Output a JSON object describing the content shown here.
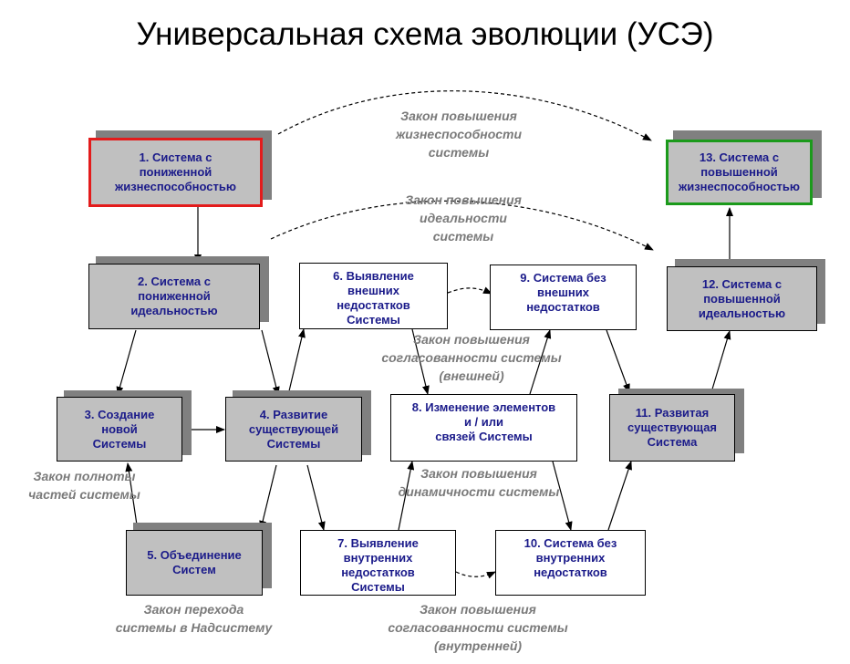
{
  "title": "Универсальная схема эволюции (УСЭ)",
  "boxes": {
    "b1": "1. Система с\nпониженной\nжизнеспособностью",
    "b2": "2. Система с\nпониженной\nидеальностью",
    "b3": "3. Создание\nновой\nСистемы",
    "b4": "4. Развитие\nсуществующей\nСистемы",
    "b5": "5. Объединение\nСистем",
    "b6": "6. Выявление\nвнешних\nнедостатков\nСистемы",
    "b7": "7. Выявление\nвнутренних\nнедостатков\nСистемы",
    "b8": "8. Изменение элементов\nи / или\nсвязей Системы",
    "b9": "9. Система без\nвнешних\nнедостатков",
    "b10": "10. Система без\nвнутренних\nнедостатков",
    "b11": "11. Развитая\nсуществующая\nСистема",
    "b12": "12. Система с\nповышенной\nидеальностью",
    "b13": "13. Система с\nповышенной\nжизнеспособностью"
  },
  "laws": {
    "viability": "Закон повышения\nжизнеспособности\nсистемы",
    "ideality": "Закон повышения\nидеальности\nсистемы",
    "ext_consistency": "Закон повышения\nсогласованности системы\n(внешней)",
    "completeness": "Закон полноты\nчастей системы",
    "dynamics": "Закон повышения\nдинамичности системы",
    "supersystem": "Закон перехода\nсистемы в Надсистему",
    "int_consistency": "Закон повышения\nсогласованности системы\n(внутренней)"
  },
  "colors": {
    "box_fill": "#c0c0c0",
    "box_shadow": "#808080",
    "box_text": "#1b1b8a",
    "law_text": "#7a7a7a",
    "start_border": "#e31b1b",
    "end_border": "#1b9a1b"
  }
}
